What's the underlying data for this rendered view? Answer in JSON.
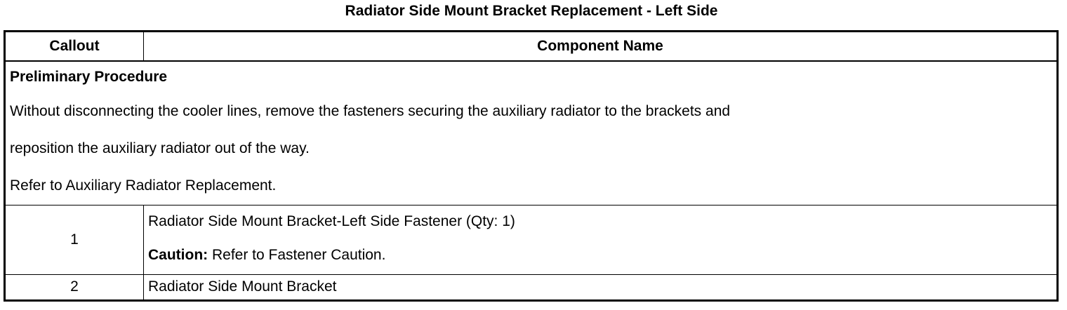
{
  "document": {
    "title": "Radiator Side Mount Bracket Replacement - Left Side"
  },
  "table": {
    "headers": {
      "callout": "Callout",
      "component_name": "Component Name"
    },
    "preliminary": {
      "heading": "Preliminary Procedure",
      "lines": [
        "Without disconnecting the cooler lines, remove the fasteners securing the auxiliary radiator to the brackets and",
        "reposition the auxiliary radiator out of the way.",
        "Refer to Auxiliary Radiator Replacement."
      ]
    },
    "rows": [
      {
        "callout": "1",
        "name": "Radiator Side Mount Bracket-Left Side Fastener (Qty: 1)",
        "caution_label": "Caution:",
        "caution_text": " Refer to Fastener Caution."
      },
      {
        "callout": "2",
        "name": "Radiator Side Mount Bracket"
      }
    ]
  }
}
